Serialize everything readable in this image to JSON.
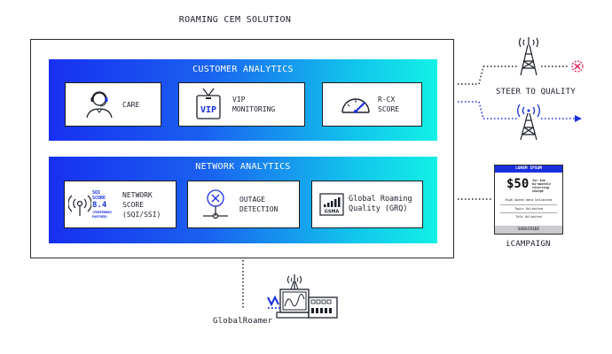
{
  "title": "ROAMING CEM SOLUTION",
  "customer_analytics": {
    "title": "CUSTOMER ANALYTICS",
    "cards": [
      {
        "label_lines": [
          "CARE"
        ],
        "icon": "agent-headset-icon"
      },
      {
        "label_lines": [
          "VIP",
          "MONITORING"
        ],
        "icon": "vip-badge-icon"
      },
      {
        "label_lines": [
          "R-CX",
          "SCORE"
        ],
        "icon": "gauge-icon"
      }
    ]
  },
  "network_analytics": {
    "title": "NETWORK ANALYTICS",
    "score_badge": {
      "line1": "SQI",
      "line2": "SCORE",
      "value": "8.4",
      "note1": "(PREFERRED",
      "note2": "PARTNER)"
    },
    "cards": [
      {
        "label_lines": [
          "NETWORK",
          "SCORE",
          "(SQI/SSI)"
        ],
        "icon": "signal-score-icon"
      },
      {
        "label_lines": [
          "OUTAGE",
          "DETECTION"
        ],
        "icon": "outage-icon"
      },
      {
        "label_lines": [
          "Global Roaming",
          "Quality (GRQ)"
        ],
        "icon": "gsma-grq-icon"
      }
    ],
    "gsma_text": "GSMA"
  },
  "steer": {
    "label": "STEER TO QUALITY"
  },
  "campaign": {
    "header": "LOREM IPSUM",
    "price": "$50",
    "price_note": [
      "for the",
      "bi-monthly",
      "recurring",
      "charge"
    ],
    "lines": [
      "High-Speed data Unlimited",
      "Topic Unlimited",
      "Talk Unlimited"
    ],
    "button": "SUBSCRIBE",
    "label": "iCAMPAIGN"
  },
  "global_roamer": {
    "label": "GlobalRoamer"
  },
  "colors": {
    "accent": "#1a2fe0",
    "cyan": "#12f0e4",
    "alert": "#e0245e"
  }
}
